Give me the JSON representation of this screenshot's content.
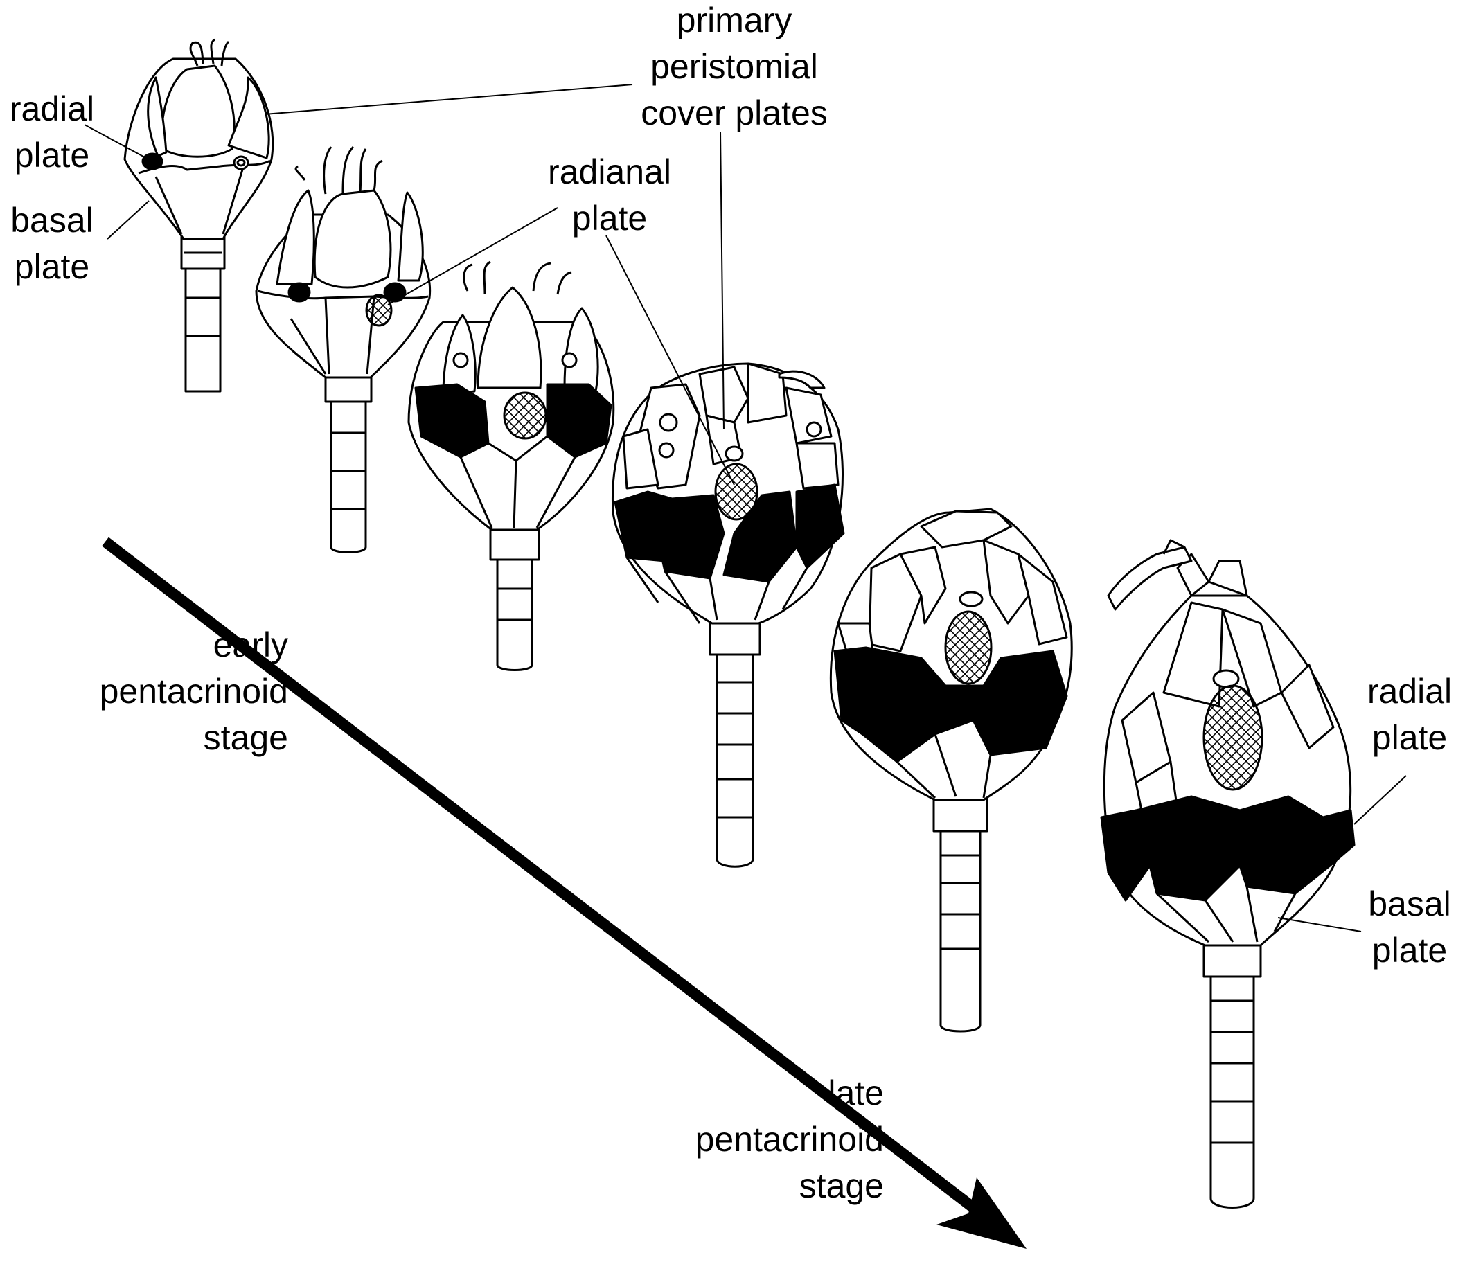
{
  "labels": {
    "radial_plate_top": "radial\nplate",
    "basal_plate_top": "basal\nplate",
    "primary_peristomial": "primary\nperistomial\ncover plates",
    "radianal_plate": "radianal\nplate",
    "early_stage": "early\npentacrinoid\nstage",
    "late_stage": "late\npentacrinoid\nstage",
    "radial_plate_right": "radial\nplate",
    "basal_plate_right": "basal\nplate"
  },
  "colors": {
    "line": "#000000",
    "radial_fill": "#000000",
    "background": "#ffffff"
  },
  "stages": [
    {
      "name": "stage-1"
    },
    {
      "name": "stage-2"
    },
    {
      "name": "stage-3"
    },
    {
      "name": "stage-4"
    },
    {
      "name": "stage-5"
    },
    {
      "name": "stage-6"
    }
  ]
}
